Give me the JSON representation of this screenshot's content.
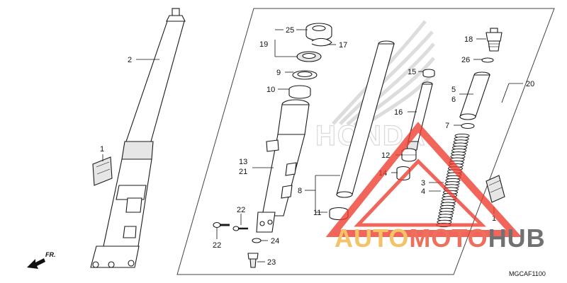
{
  "diagram": {
    "callouts": {
      "p1_left": "1",
      "p1_right": "1",
      "p2": "2",
      "p3": "3",
      "p4": "4",
      "p5": "5",
      "p6": "6",
      "p7": "7",
      "p8": "8",
      "p9": "9",
      "p10": "10",
      "p11": "11",
      "p12": "12",
      "p13": "13",
      "p14": "14",
      "p15": "15",
      "p16": "16",
      "p17": "17",
      "p18": "18",
      "p19": "19",
      "p20": "20",
      "p21": "21",
      "p22_upper": "22",
      "p22_lower": "22",
      "p23": "23",
      "p24": "24",
      "p25": "25",
      "p26": "26"
    },
    "direction_label": "FR.",
    "diagram_code": "MGCAF1100"
  },
  "watermark": {
    "honda_text": "HONDA",
    "brand_part1": "AUTO",
    "brand_part2": "MOTO",
    "brand_part3": "HUB",
    "colors": {
      "brand_part1": "#f2b33d",
      "brand_part2": "#e8472f",
      "brand_part3": "#4a4a4a",
      "triangle": "#ef3b2c"
    }
  }
}
